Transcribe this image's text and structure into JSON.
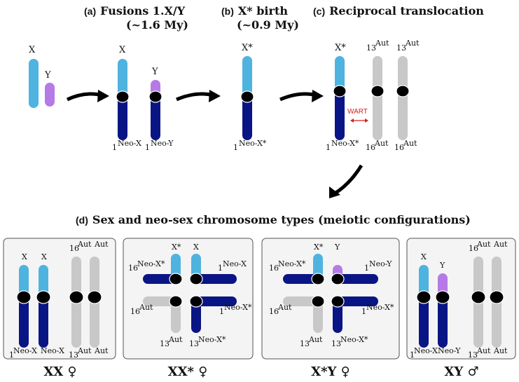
{
  "headings": {
    "a": {
      "tag": "(a)",
      "line1": "Fusions 1.X/Y",
      "line2": "(~1.6 My)"
    },
    "b": {
      "tag": "(b)",
      "line1": "X*  birth",
      "line2": "(~0.9 My)"
    },
    "c": {
      "tag": "(c)",
      "line1": "Reciprocal translocation"
    },
    "d": {
      "tag": "(d)",
      "line1": "Sex and neo-sex chromosome types (meiotic configurations)"
    }
  },
  "labels": {
    "X": "X",
    "Y": "Y",
    "Xstar": "X*",
    "neo_prefix": "1",
    "neoX": "Neo-X",
    "neoY": "Neo-Y",
    "neoXstar": "Neo-X*",
    "aut13_prefix": "13",
    "aut16_prefix": "16",
    "aut": "Aut",
    "wart": "WART"
  },
  "captions": {
    "xx": "XX ♀",
    "xxstar": "XX* ♀",
    "xstary": "X*Y ♀",
    "xy": "XY ♂"
  },
  "colors": {
    "x_light": "#4fb3e0",
    "neo_dark": "#0a1585",
    "y": "#b57ae6",
    "autosome": "#c8c8c8",
    "centromere": "#000000",
    "wart": "#d62020",
    "panel_border": "#555555",
    "panel_bg": "#f4f4f4"
  }
}
